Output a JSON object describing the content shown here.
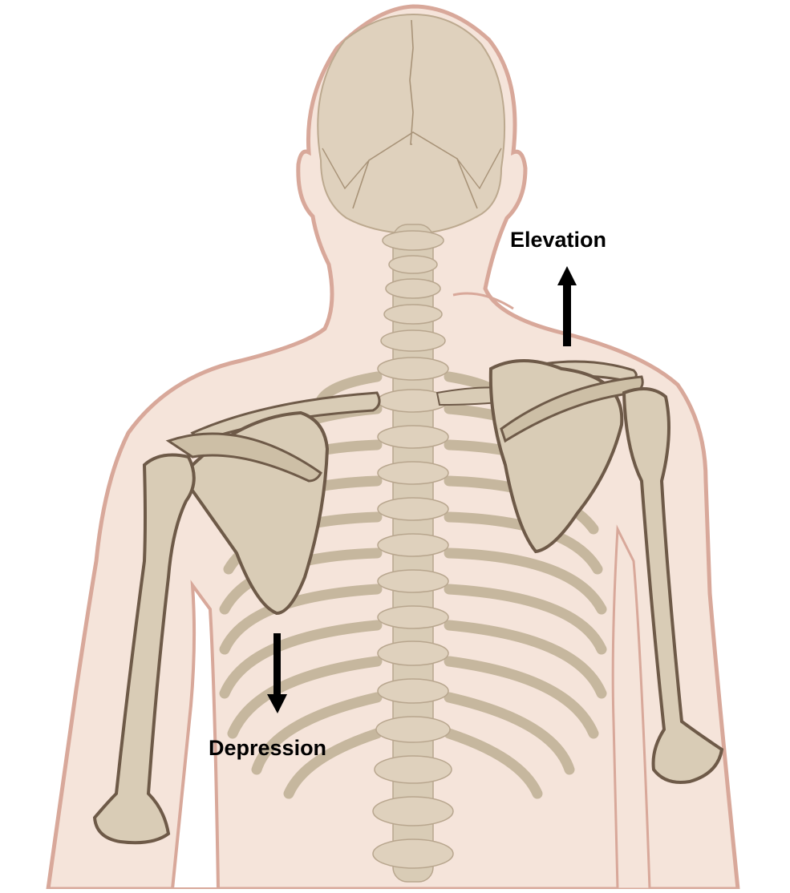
{
  "figure": {
    "subject": "Posterior view of skull, vertebral column, rib cage, scapulae and humeri",
    "labels": {
      "elevation": "Elevation",
      "depression": "Depression"
    },
    "arrows": {
      "elevation": {
        "direction": "up",
        "side": "right scapula"
      },
      "depression": {
        "direction": "down",
        "side": "left scapula"
      }
    },
    "colors": {
      "skin_fill": "#f5e4da",
      "skin_outline": "#d8a89a",
      "bone_fill": "#d9ccb6",
      "bone_shade": "#c6b79e",
      "bone_outline": "#6e5a48",
      "bone_line_light": "#b8a68e",
      "arrow": "#000000",
      "background": "#ffffff"
    }
  }
}
